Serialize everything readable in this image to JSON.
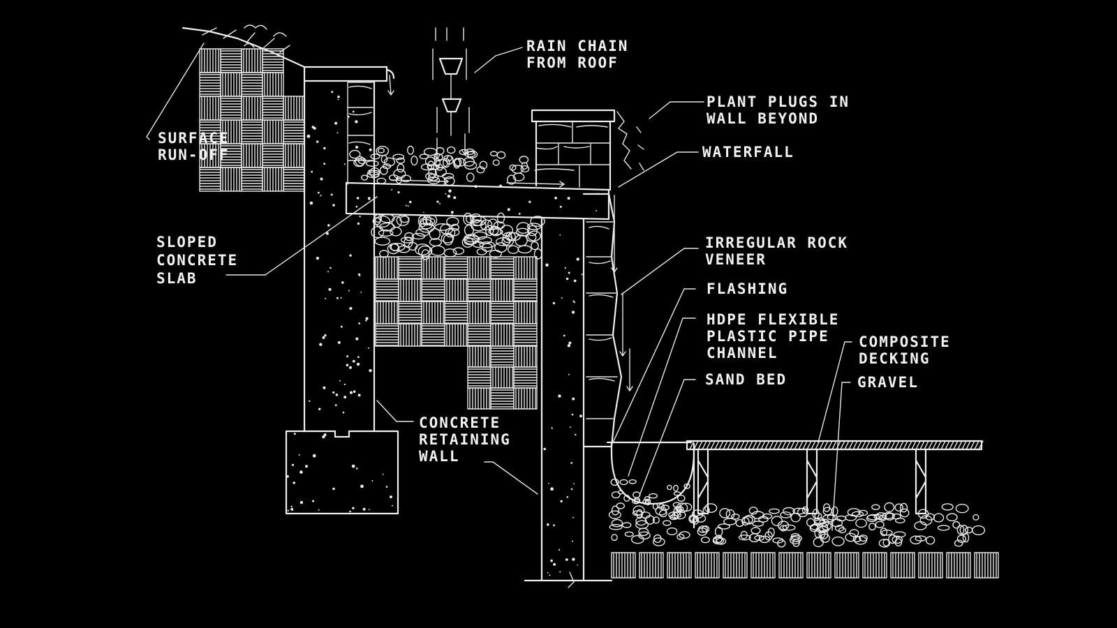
{
  "labels": {
    "rain_chain": [
      "RAIN CHAIN",
      "FROM ROOF"
    ],
    "plant_plugs": [
      "PLANT PLUGS IN",
      "WALL BEYOND"
    ],
    "waterfall": "WATERFALL",
    "surface_runoff": [
      "SURFACE",
      "RUN-OFF"
    ],
    "sloped_slab": [
      "SLOPED",
      "CONCRETE",
      "SLAB"
    ],
    "rock_veneer": [
      "IRREGULAR ROCK",
      "VENEER"
    ],
    "flashing": "FLASHING",
    "hdpe_pipe": [
      "HDPE FLEXIBLE",
      "PLASTIC PIPE",
      "CHANNEL"
    ],
    "composite_decking": [
      "COMPOSITE",
      "DECKING"
    ],
    "sand_bed": "SAND BED",
    "gravel": "GRAVEL",
    "retaining_wall": [
      "CONCRETE",
      "RETAINING",
      "WALL"
    ]
  },
  "colors": {
    "background": "#000000",
    "ink": "#f0f0f0"
  }
}
